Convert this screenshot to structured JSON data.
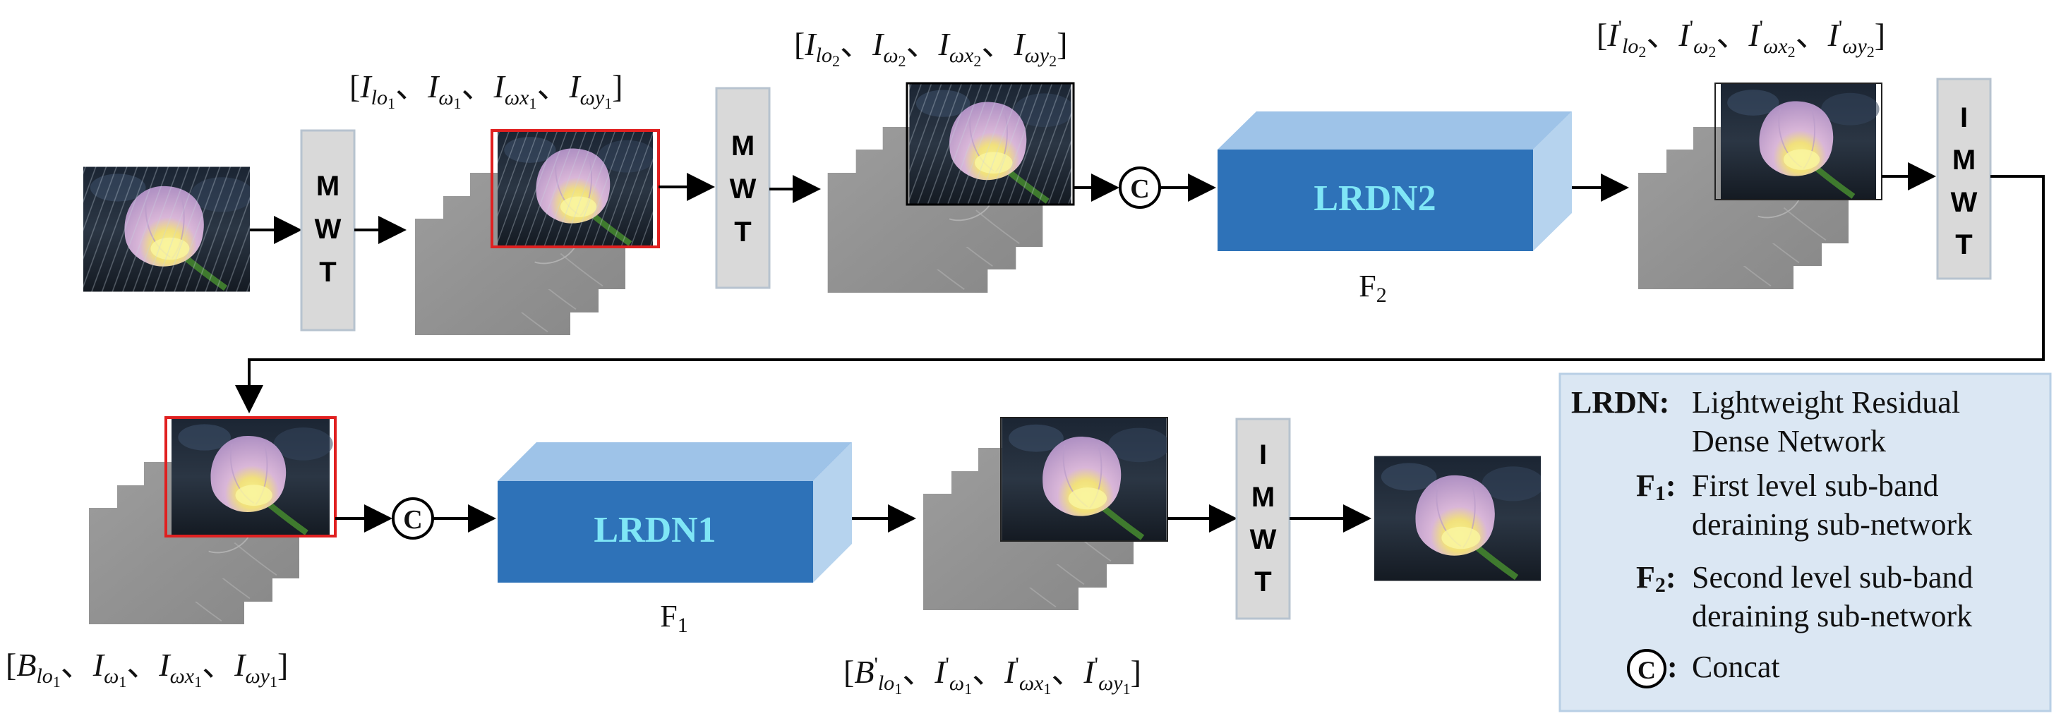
{
  "colors": {
    "block_front": "#2e72b8",
    "block_top": "#9ec3e8",
    "block_side": "#7fb0de",
    "block_text": "#7fe6f6",
    "op_box_fill": "#d9d9d9",
    "op_box_stroke": "#b7c3cf",
    "legend_fill": "#dbe7f3",
    "legend_stroke": "#b8cfe5",
    "highlight_border": "#e02020",
    "arrow": "#000000"
  },
  "ops": {
    "mwt1": [
      "M",
      "W",
      "T"
    ],
    "mwt2": [
      "M",
      "W",
      "T"
    ],
    "imwt1": [
      "I",
      "M",
      "W",
      "T"
    ],
    "imwt2": [
      "I",
      "M",
      "W",
      "T"
    ]
  },
  "concat_symbol": "C",
  "blocks": {
    "lrdn2": {
      "label": "LRDN2",
      "caption": "F",
      "caption_sub": "2"
    },
    "lrdn1": {
      "label": "LRDN1",
      "caption": "F",
      "caption_sub": "1"
    }
  },
  "subband_labels": {
    "s1": [
      {
        "base": "I",
        "prime": false,
        "sub": "lo",
        "subsub": "1"
      },
      {
        "base": "I",
        "prime": false,
        "sub": "ω",
        "subsub": "1"
      },
      {
        "base": "I",
        "prime": false,
        "sub": "ωx",
        "subsub": "1"
      },
      {
        "base": "I",
        "prime": false,
        "sub": "ωy",
        "subsub": "1"
      }
    ],
    "s2": [
      {
        "base": "I",
        "prime": false,
        "sub": "lo",
        "subsub": "2"
      },
      {
        "base": "I",
        "prime": false,
        "sub": "ω",
        "subsub": "2"
      },
      {
        "base": "I",
        "prime": false,
        "sub": "ωx",
        "subsub": "2"
      },
      {
        "base": "I",
        "prime": false,
        "sub": "ωy",
        "subsub": "2"
      }
    ],
    "s3": [
      {
        "base": "I",
        "prime": true,
        "sub": "lo",
        "subsub": "2"
      },
      {
        "base": "I",
        "prime": true,
        "sub": "ω",
        "subsub": "2"
      },
      {
        "base": "I",
        "prime": true,
        "sub": "ωx",
        "subsub": "2"
      },
      {
        "base": "I",
        "prime": true,
        "sub": "ωy",
        "subsub": "2"
      }
    ],
    "s4": [
      {
        "base": "B",
        "prime": false,
        "sub": "lo",
        "subsub": "1"
      },
      {
        "base": "I",
        "prime": false,
        "sub": "ω",
        "subsub": "1"
      },
      {
        "base": "I",
        "prime": false,
        "sub": "ωx",
        "subsub": "1"
      },
      {
        "base": "I",
        "prime": false,
        "sub": "ωy",
        "subsub": "1"
      }
    ],
    "s5": [
      {
        "base": "B",
        "prime": true,
        "sub": "lo",
        "subsub": "1"
      },
      {
        "base": "I",
        "prime": true,
        "sub": "ω",
        "subsub": "1"
      },
      {
        "base": "I",
        "prime": true,
        "sub": "ωx",
        "subsub": "1"
      },
      {
        "base": "I",
        "prime": true,
        "sub": "ωy",
        "subsub": "1"
      }
    ]
  },
  "label_separator": "、",
  "legend": {
    "lrdn_key": "LRDN:",
    "lrdn_line1": "Lightweight Residual",
    "lrdn_line2": "Dense Network",
    "f1_key": "F",
    "f1_sub": "1",
    "f1_line1": "First level sub-band",
    "f1_line2": "deraining sub-network",
    "f2_key": "F",
    "f2_sub": "2",
    "f2_line1": "Second level sub-band",
    "f2_line2": "deraining sub-network",
    "concat_key": "C",
    "concat_desc": "Concat"
  }
}
